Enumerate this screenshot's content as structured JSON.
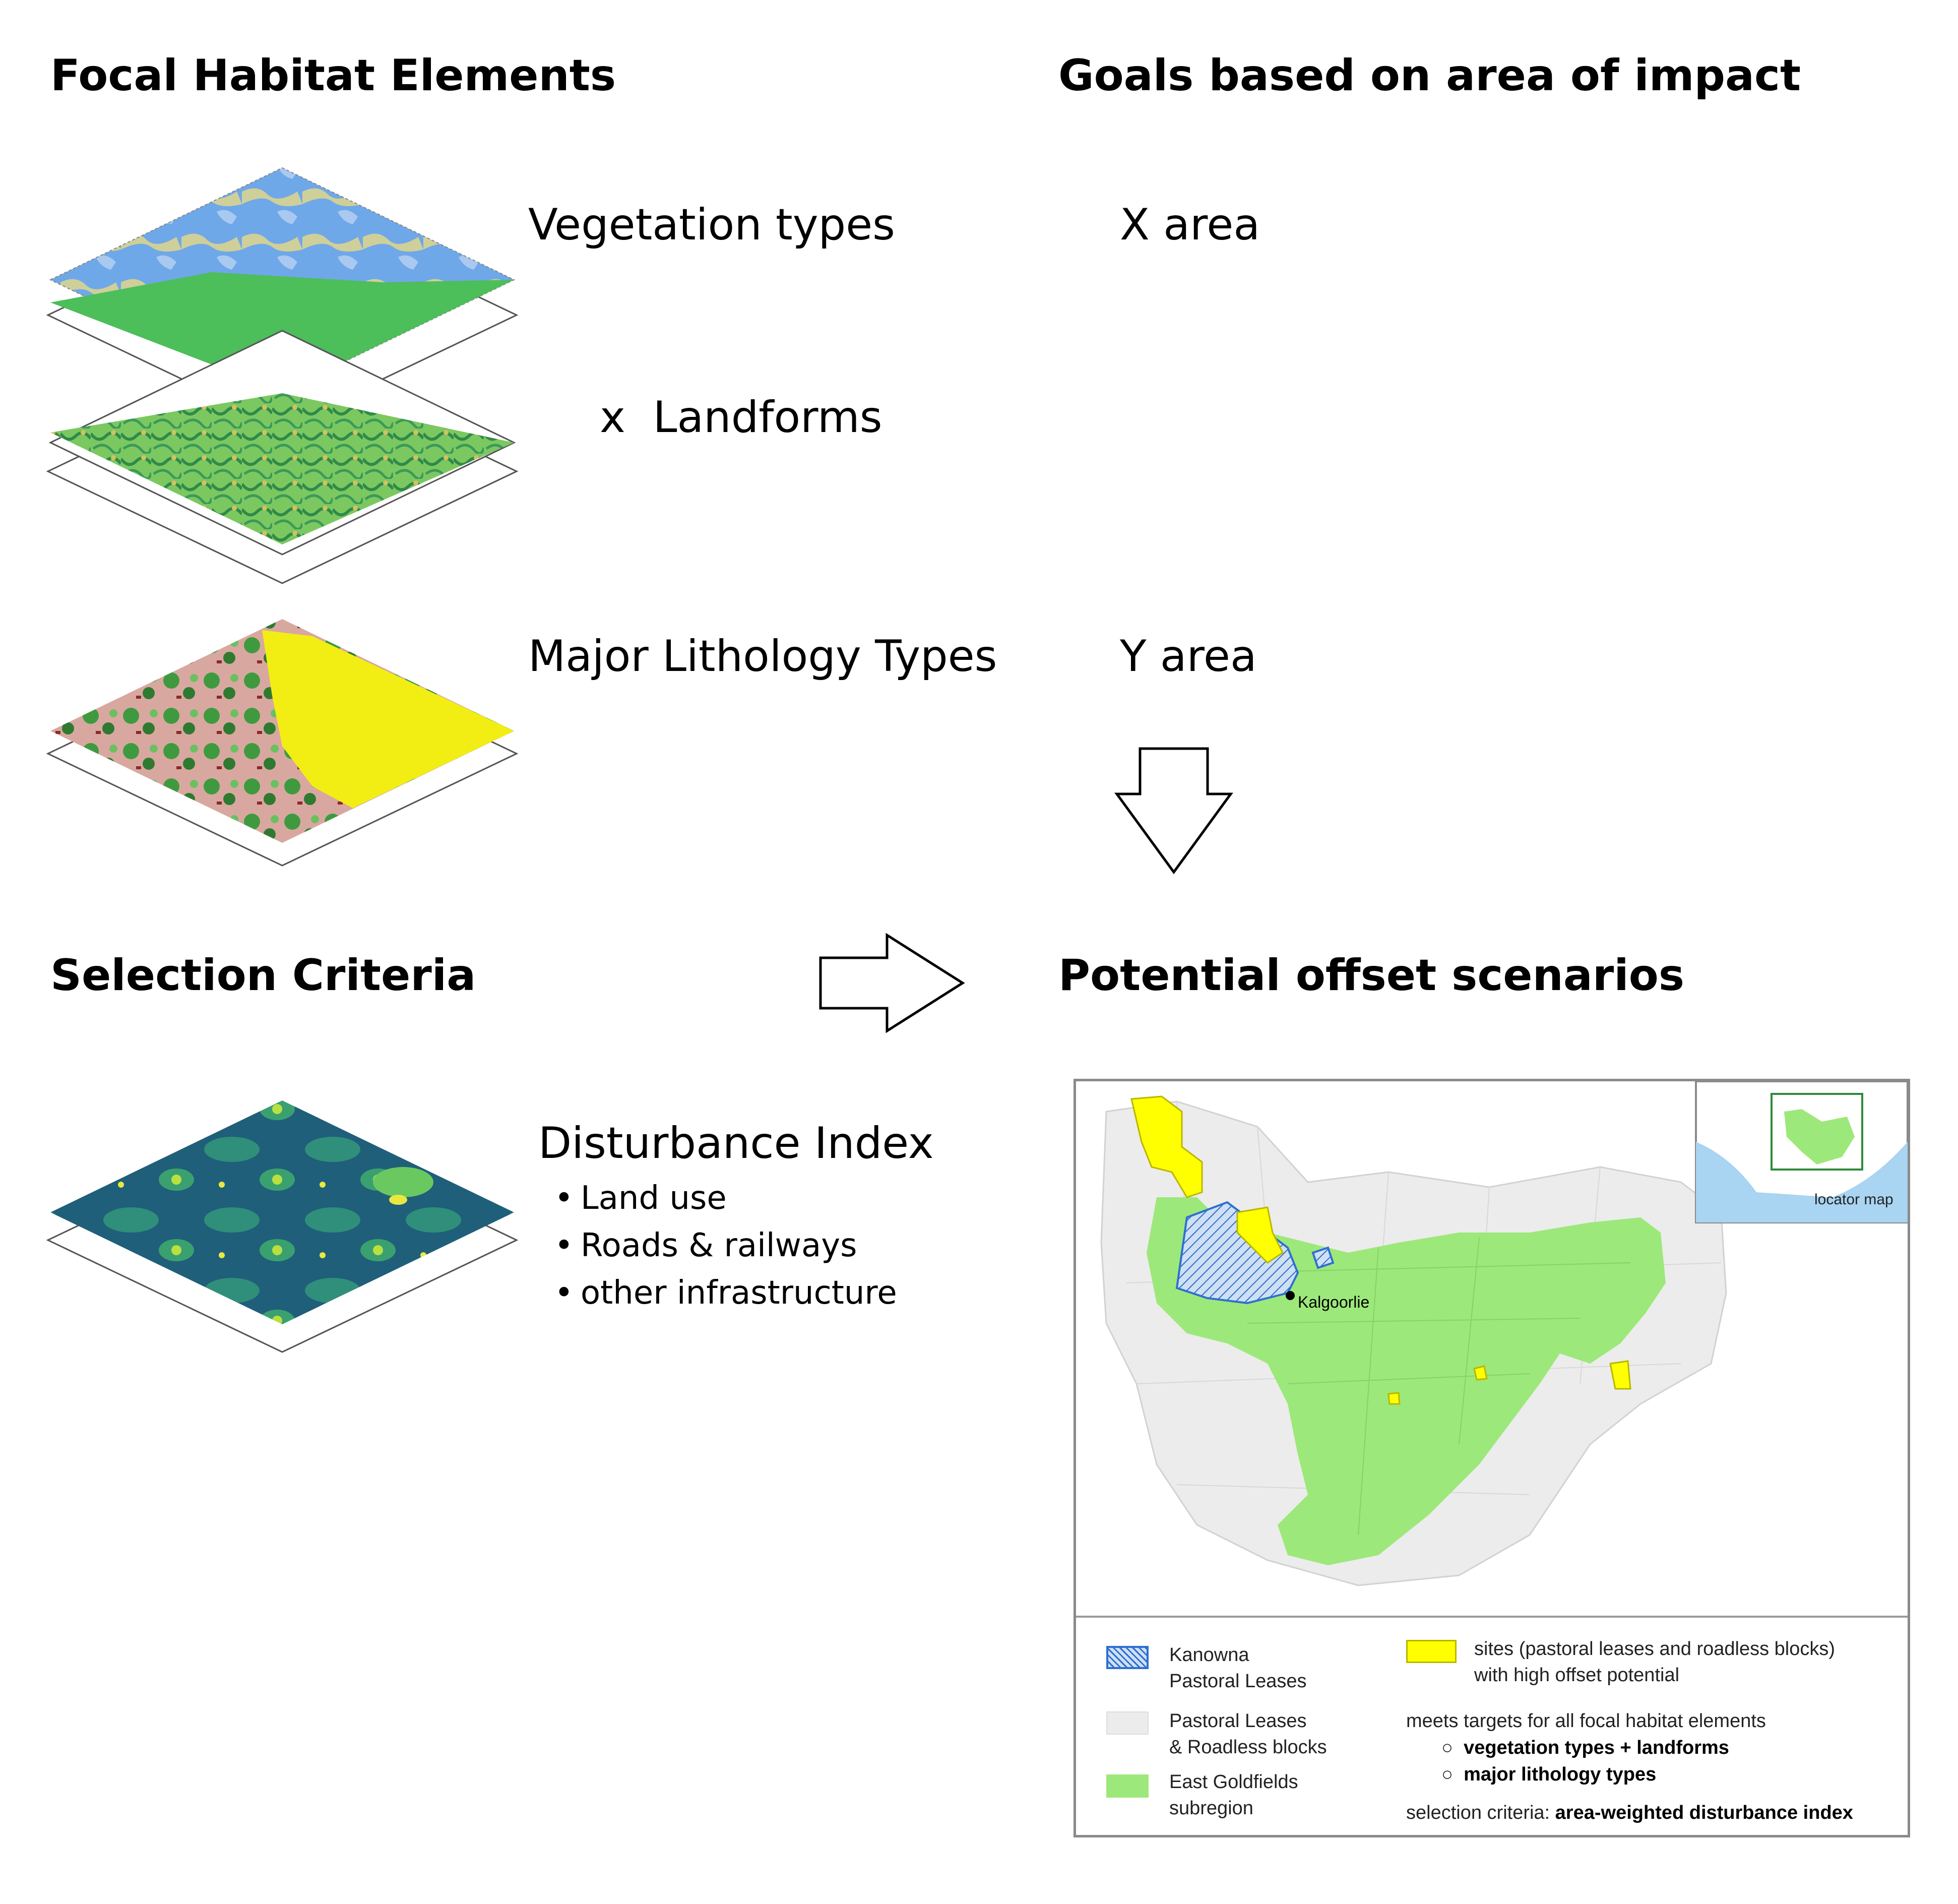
{
  "headings": {
    "focal": "Focal Habitat Elements",
    "goals": "Goals based on area of impact",
    "selection": "Selection Criteria",
    "scenarios": "Potential offset scenarios"
  },
  "layers": {
    "vegetation": "Vegetation types",
    "landforms": "x  Landforms",
    "lithology": "Major Lithology Types",
    "disturbance": "Disturbance Index"
  },
  "goals": {
    "x_area": "X area",
    "y_area": "Y area"
  },
  "disturbance_bullets": [
    "Land use",
    "Roads & railways",
    "other infrastructure"
  ],
  "map": {
    "city": "Kalgoorlie",
    "locator_label": "locator map",
    "legend": {
      "kanowna_line1": "Kanowna",
      "kanowna_line2": "Pastoral Leases",
      "pastoral_line1": "Pastoral Leases",
      "pastoral_line2": "& Roadless blocks",
      "goldfields_line1": "East Goldfields",
      "goldfields_line2": "subregion",
      "sites_line1": "sites (pastoral leases and roadless blocks)",
      "sites_line2": "with high offset potential",
      "meets_targets": "meets targets for all focal habitat elements",
      "target_1": "vegetation types + landforms",
      "target_2": "major lithology types",
      "criteria_prefix": "selection criteria: ",
      "criteria_value": "area-weighted disturbance index"
    },
    "colors": {
      "subregion": "#9de87a",
      "sites": "#ffff00",
      "kanowna": "#2e6fd0",
      "leases": "#ececec"
    }
  }
}
